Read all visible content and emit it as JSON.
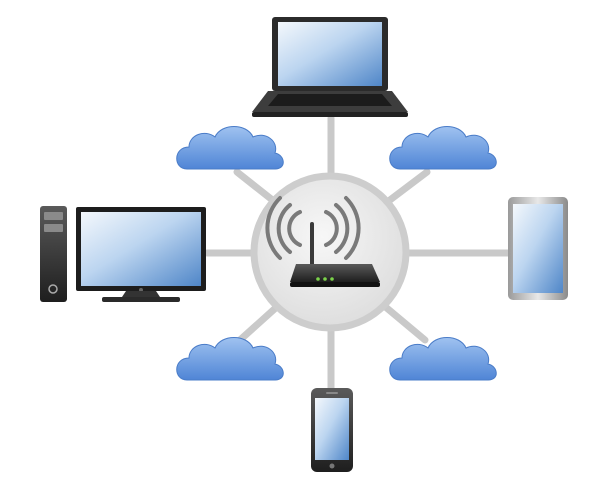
{
  "diagram": {
    "hub": {
      "device": "wireless-router",
      "signal": "wifi-waves",
      "status_lights": 3
    },
    "devices": [
      {
        "name": "laptop",
        "icon": "laptop-icon"
      },
      {
        "name": "desktop-computer",
        "icon": "desktop-computer-icon"
      },
      {
        "name": "tablet",
        "icon": "tablet-icon"
      },
      {
        "name": "smartphone",
        "icon": "smartphone-icon"
      }
    ],
    "clouds": [
      {
        "name": "cloud-top-left",
        "icon": "cloud-icon"
      },
      {
        "name": "cloud-top-right",
        "icon": "cloud-icon"
      },
      {
        "name": "cloud-bottom-left",
        "icon": "cloud-icon"
      },
      {
        "name": "cloud-bottom-right",
        "icon": "cloud-icon"
      }
    ],
    "colors": {
      "connector": "#c9c9c9",
      "hub_fill": "#eaeaea",
      "cloud": "#6c9fe0",
      "device_body": "#4a4a4a",
      "screen": "#a8c8ee",
      "router_light": "#7bd24a"
    }
  }
}
